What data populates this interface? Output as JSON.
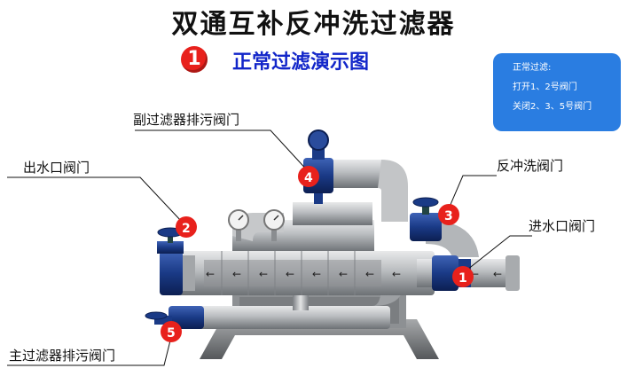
{
  "title": "双通互补反冲洗过滤器",
  "step": {
    "number": "1",
    "label": "正常过滤演示图"
  },
  "info": {
    "heading": "正常过滤:",
    "line1": "打开1、2号阀门",
    "line2": "关闭2、3、5号阀门"
  },
  "labels": {
    "sub_filter_drain": "副过滤器排污阀门",
    "outlet_valve": "出水口阀门",
    "backwash_valve": "反冲洗阀门",
    "inlet_valve": "进水口阀门",
    "main_filter_drain": "主过滤器排污阀门"
  },
  "valves": [
    "1",
    "2",
    "3",
    "4",
    "5"
  ],
  "colors": {
    "valve_marker": "#e8211c",
    "info_box": "#2a7de1",
    "subtitle": "#1226c9",
    "pipe": "#b9bcbf",
    "valve_body": "#1a3a86"
  }
}
